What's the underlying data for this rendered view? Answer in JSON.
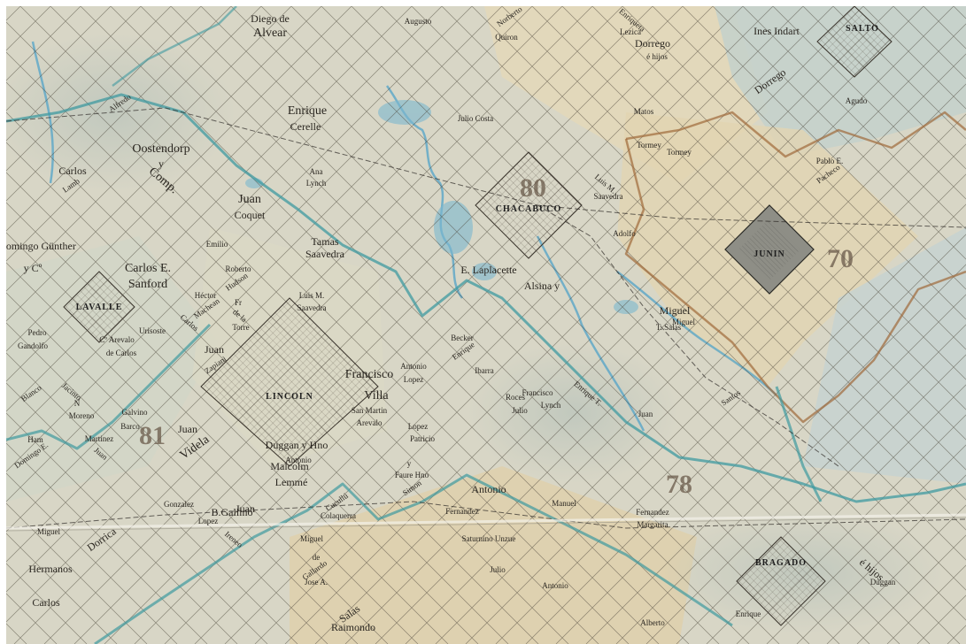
{
  "map": {
    "palette": {
      "paper": "#d8d6c6",
      "paper_warm": "#e4d8b8",
      "paper_cool": "#c9d3cc",
      "ink": "#2a2620",
      "boundary_teal": "#3f9aa0",
      "boundary_brown": "#a06a3a",
      "water": "#5aa6c8"
    },
    "district_numbers": [
      {
        "text": "80"
      },
      {
        "text": "70"
      },
      {
        "text": "81"
      },
      {
        "text": "78"
      }
    ],
    "towns": [
      {
        "text": "LINCOLN"
      },
      {
        "text": "LAVALLE"
      },
      {
        "text": "CHACABUCO"
      },
      {
        "text": "JUNIN"
      },
      {
        "text": "SALTO"
      },
      {
        "text": "BRAGADO"
      }
    ],
    "owner_labels": [
      {
        "text": "Diego de"
      },
      {
        "text": "Alvear"
      },
      {
        "text": "Augusto"
      },
      {
        "text": "Norberto"
      },
      {
        "text": "Quiron"
      },
      {
        "text": "Enriqueta"
      },
      {
        "text": "Lezica"
      },
      {
        "text": "Dorrego"
      },
      {
        "text": "é hijos"
      },
      {
        "text": "Ines Indart"
      },
      {
        "text": "Dorrego"
      },
      {
        "text": "Agudo"
      },
      {
        "text": "Enrique"
      },
      {
        "text": "Cerelle"
      },
      {
        "text": "Oostendorp"
      },
      {
        "text": "y"
      },
      {
        "text": "Comp."
      },
      {
        "text": "Alfredo"
      },
      {
        "text": "Julio Costa"
      },
      {
        "text": "Matos"
      },
      {
        "text": "Tormey"
      },
      {
        "text": "Juan"
      },
      {
        "text": "Coquet"
      },
      {
        "text": "Carlos"
      },
      {
        "text": "Lamb"
      },
      {
        "text": "Ana"
      },
      {
        "text": "Lynch"
      },
      {
        "text": "Luis M."
      },
      {
        "text": "Saavedra"
      },
      {
        "text": "Tormey"
      },
      {
        "text": "Pablo E."
      },
      {
        "text": "Pacheco"
      },
      {
        "text": "Domingo Günther"
      },
      {
        "text": "y Cº"
      },
      {
        "text": "Carlos E."
      },
      {
        "text": "Sanford"
      },
      {
        "text": "Emilio"
      },
      {
        "text": "Roberto"
      },
      {
        "text": "Hudson"
      },
      {
        "text": "Tamas"
      },
      {
        "text": "Saavedra"
      },
      {
        "text": "E. Laplacette"
      },
      {
        "text": "Adolfo"
      },
      {
        "text": "Alsina y"
      },
      {
        "text": "Héctor"
      },
      {
        "text": "Machean"
      },
      {
        "text": "Luis M."
      },
      {
        "text": "Saavedra"
      },
      {
        "text": "Fr"
      },
      {
        "text": "de la"
      },
      {
        "text": "Torre"
      },
      {
        "text": "Juan"
      },
      {
        "text": "Zapiani"
      },
      {
        "text": "Miguel"
      },
      {
        "text": "T. Salas"
      },
      {
        "text": "Pedro"
      },
      {
        "text": "Gandolfo"
      },
      {
        "text": "Cº Arevalo"
      },
      {
        "text": "de Carlos"
      },
      {
        "text": "Blanco"
      },
      {
        "text": "Jacinto"
      },
      {
        "text": "N"
      },
      {
        "text": "Moreno"
      },
      {
        "text": "Galvino"
      },
      {
        "text": "Barco"
      },
      {
        "text": "Juan"
      },
      {
        "text": "Videla"
      },
      {
        "text": "Francisco"
      },
      {
        "text": "Villa"
      },
      {
        "text": "Antonio"
      },
      {
        "text": "Lopez"
      },
      {
        "text": "Enrique T."
      },
      {
        "text": "Juan"
      },
      {
        "text": "Santos"
      },
      {
        "text": "Miguel"
      },
      {
        "text": "Duggan y Hno"
      },
      {
        "text": "Antonio"
      },
      {
        "text": "Lopez"
      },
      {
        "text": "Patricio"
      },
      {
        "text": "Ham"
      },
      {
        "text": "Domingo E."
      },
      {
        "text": "Martinez"
      },
      {
        "text": "Juan"
      },
      {
        "text": "Malcolm"
      },
      {
        "text": "Lemmé"
      },
      {
        "text": "y"
      },
      {
        "text": "Faure Hno"
      },
      {
        "text": "Simon"
      },
      {
        "text": "Antonio"
      },
      {
        "text": "B.Gallino"
      },
      {
        "text": "Gonzalez"
      },
      {
        "text": "Juan"
      },
      {
        "text": "Lopez"
      },
      {
        "text": "Ireneo"
      },
      {
        "text": "Cucullú"
      },
      {
        "text": "Colaquerra"
      },
      {
        "text": "Fernandez"
      },
      {
        "text": "Manuel"
      },
      {
        "text": "Fernandez"
      },
      {
        "text": "Margarita"
      },
      {
        "text": "Miguel"
      },
      {
        "text": "Dorrica"
      },
      {
        "text": "Miguel"
      },
      {
        "text": "Saturnino Unzue"
      },
      {
        "text": "é hijos"
      },
      {
        "text": "Duggan"
      },
      {
        "text": "Hermanos"
      },
      {
        "text": "Carlos"
      },
      {
        "text": "Salas"
      },
      {
        "text": "Raimondo"
      },
      {
        "text": "Julio"
      },
      {
        "text": "Antonio"
      },
      {
        "text": "Enrique"
      },
      {
        "text": "Alberto"
      },
      {
        "text": "de"
      },
      {
        "text": "Gallardo"
      },
      {
        "text": "Jose A."
      },
      {
        "text": "San Martin"
      },
      {
        "text": "Arevalo"
      },
      {
        "text": "Roces"
      },
      {
        "text": "Julio"
      },
      {
        "text": "Becker"
      },
      {
        "text": "Enrique"
      },
      {
        "text": "Ibarra"
      },
      {
        "text": "Francisco"
      },
      {
        "text": "Lynch"
      },
      {
        "text": "Carlos"
      },
      {
        "text": "Urisoste"
      }
    ]
  }
}
